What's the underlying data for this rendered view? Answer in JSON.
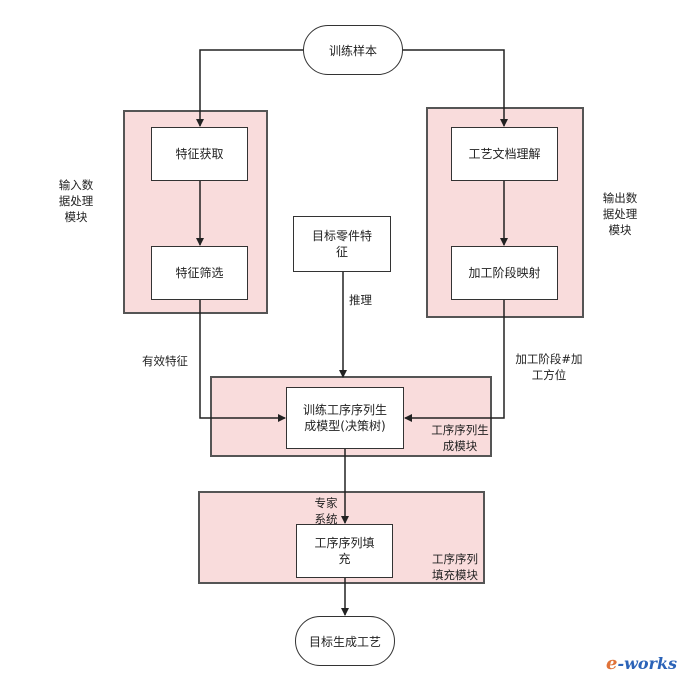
{
  "terminals": {
    "start": "训练样本",
    "end": "目标生成工艺"
  },
  "modules": {
    "input": {
      "label": "输入数\n据处理\n模块",
      "nodes": [
        "特征获取",
        "特征筛选"
      ]
    },
    "output": {
      "label": "输出数\n据处理\n模块",
      "nodes": [
        "工艺文档理解",
        "加工阶段映射"
      ]
    },
    "generation": {
      "label": "工序序列生\n成模块",
      "node": "训练工序序列生\n成模型(决策树)"
    },
    "fill": {
      "label": "工序序列\n填充模块",
      "node": "工序序列填\n充"
    }
  },
  "target_feature": "目标零件特\n征",
  "edge_labels": {
    "inference": "推理",
    "valid_features": "有效特征",
    "stage_direction": "加工阶段#加\n工方位",
    "expert_system": "专家\n系统"
  },
  "watermark": {
    "part1": "e",
    "part2": "-works"
  }
}
